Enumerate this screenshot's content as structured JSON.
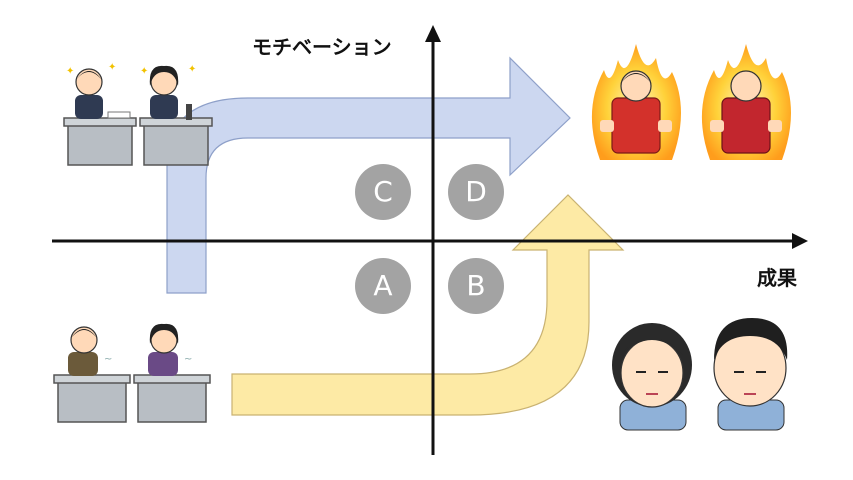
{
  "axes": {
    "y_label": "モチベーション",
    "x_label": "成果"
  },
  "quadrants": {
    "A": "A",
    "B": "B",
    "C": "C",
    "D": "D"
  },
  "colors": {
    "blue_arrow": "#c6d3ee",
    "yellow_arrow": "#fdeaa5",
    "badge": "#a3a3a3",
    "axis": "#111111"
  }
}
